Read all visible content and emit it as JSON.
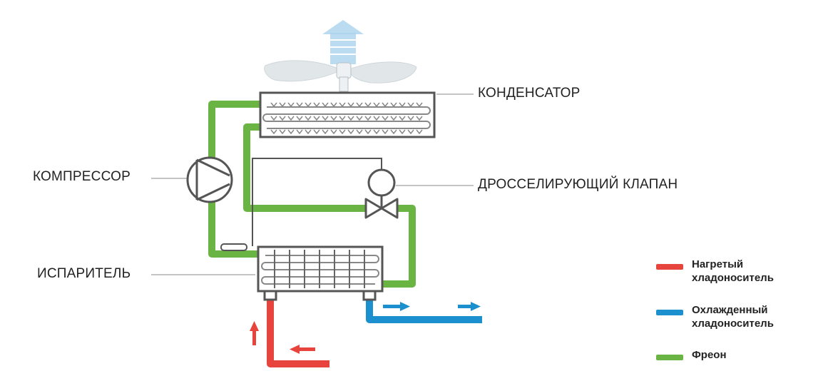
{
  "labels": {
    "condenser": "КОНДЕНСАТОР",
    "compressor": "КОМПРЕССОР",
    "throttle_valve": "ДРОССЕЛИРУЮЩИЙ КЛАПАН",
    "evaporator": "ИСПАРИТЕЛЬ"
  },
  "legend": [
    {
      "text": "Нагретый\nхладоноситель",
      "color": "#e8443e"
    },
    {
      "text": "Охлажденный\nхладоноситель",
      "color": "#1c8fcf"
    },
    {
      "text": "Фреон",
      "color": "#6ab443"
    }
  ],
  "colors": {
    "freon": "#6ab443",
    "hot": "#e8443e",
    "cold": "#1c8fcf",
    "equipment_stroke": "#555555",
    "fan_blade": "#dfe5e8",
    "airflow_arrow": "#a9d2ec"
  },
  "icons": [
    "fan-icon",
    "airflow-arrow-icon",
    "compressor-icon",
    "valve-icon",
    "flow-arrow-icon"
  ]
}
